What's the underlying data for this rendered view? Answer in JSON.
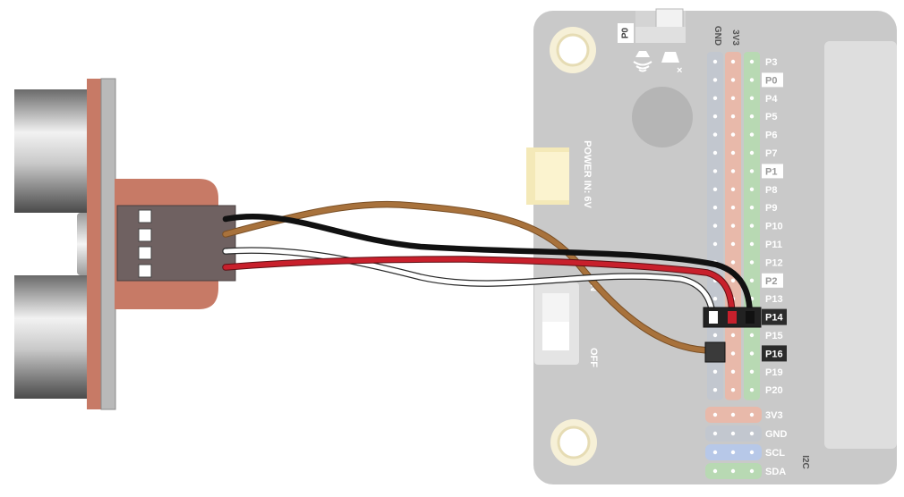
{
  "board": {
    "top_pin_labels": {
      "gnd": "GND",
      "v3v3": "3V3"
    },
    "buzzer_label": "P0",
    "sound_on_symbol": "sound-on-icon",
    "sound_off_symbol": "×",
    "power_label": "POWER IN: 6V",
    "switch_on_label": "N",
    "switch_off_label": "OFF",
    "pins": [
      "P3",
      "P0",
      "P4",
      "P5",
      "P6",
      "P7",
      "P1",
      "P8",
      "P9",
      "P10",
      "P11",
      "P12",
      "P2",
      "P13",
      "P14",
      "P15",
      "P16",
      "P19",
      "P20"
    ],
    "highlighted_pins": [
      "P14",
      "P16"
    ],
    "boxed_pins": [
      "P0",
      "P1",
      "P2"
    ],
    "bottom_rows": [
      "3V3",
      "GND",
      "SCL",
      "SDA"
    ],
    "i2c_label": "I2C"
  },
  "colors": {
    "board": "#c9c9c9",
    "gnd_header": "#c2c7cf",
    "v3v3_header": "#e8b9aa",
    "signal_header": "#b8d9b3",
    "scl_header": "#b7c8e8",
    "sensor_pcb": "#c77a66",
    "wire_black": "#111111",
    "wire_red": "#c8202c",
    "wire_white": "#ffffff",
    "wire_brown": "#a8723c"
  }
}
